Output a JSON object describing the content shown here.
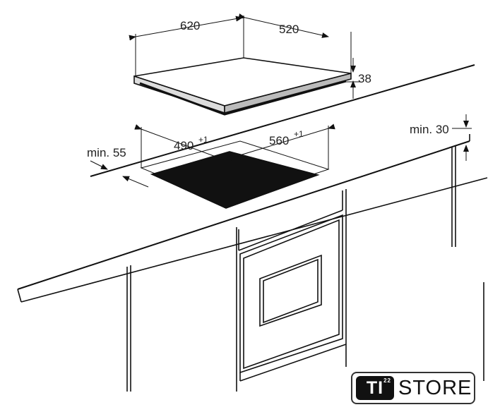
{
  "diagram": {
    "hob_width": "620",
    "hob_depth": "520",
    "hob_height": "38",
    "min_top_clearance": "min. 30",
    "min_front_distance": "min. 55",
    "cutout_depth": "490",
    "cutout_depth_tolerance": "+1",
    "cutout_width": "560",
    "cutout_width_tolerance": "+1"
  },
  "logo": {
    "badge": "TI",
    "badge_sup": "22",
    "word": "STORE"
  }
}
